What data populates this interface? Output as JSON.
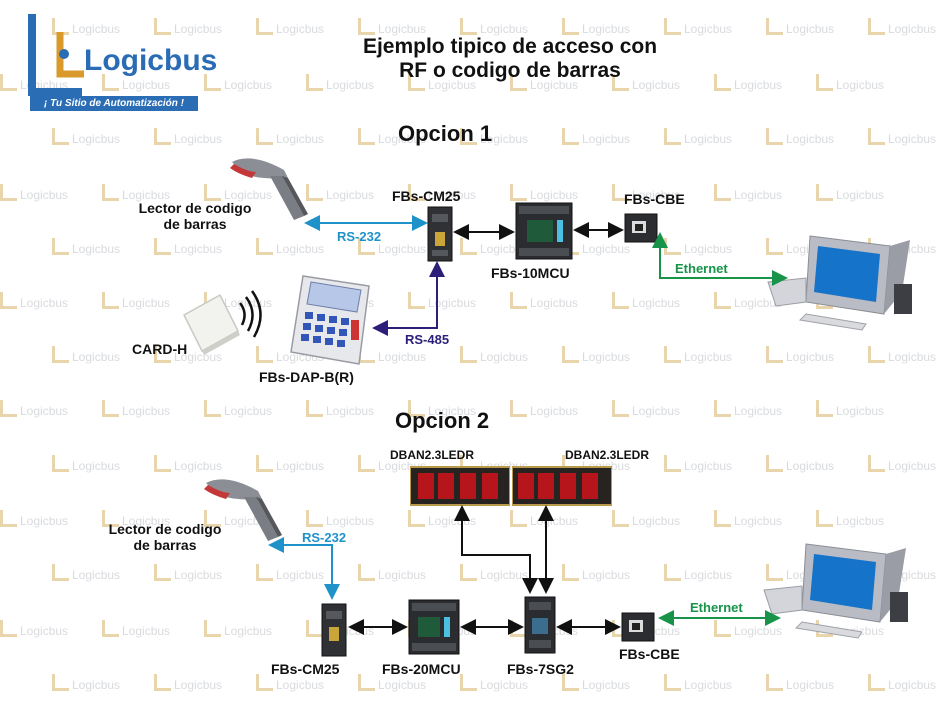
{
  "logo": {
    "name": "Logicbus",
    "tagline": "¡ Tu Sitio de Automatización !"
  },
  "watermark": "Logicbus",
  "title_line1": "Ejemplo tipico de acceso con",
  "title_line2": "RF o codigo de barras",
  "option1": {
    "heading": "Opcion 1",
    "scanner_label_1": "Lector de codigo",
    "scanner_label_2": "de barras",
    "card_label": "CARD-H",
    "dap_label": "FBs-DAP-B(R)",
    "cm25_label": "FBs-CM25",
    "mcu_label": "FBs-10MCU",
    "cbe_label": "FBs-CBE",
    "rs232": "RS-232",
    "rs485": "RS-485",
    "ethernet": "Ethernet"
  },
  "option2": {
    "heading": "Opcion 2",
    "display_left_label": "DBAN2.3LEDR",
    "display_right_label": "DBAN2.3LEDR",
    "scanner_label_1": "Lector de codigo",
    "scanner_label_2": "de barras",
    "cm25_label": "FBs-CM25",
    "mcu_label": "FBs-20MCU",
    "sg2_label": "FBs-7SG2",
    "cbe_label": "FBs-CBE",
    "rs232": "RS-232",
    "ethernet": "Ethernet"
  },
  "colors": {
    "rs232": "#1f93c9",
    "rs485": "#2b1f7a",
    "ethernet": "#17944a",
    "arrow": "#111111"
  }
}
